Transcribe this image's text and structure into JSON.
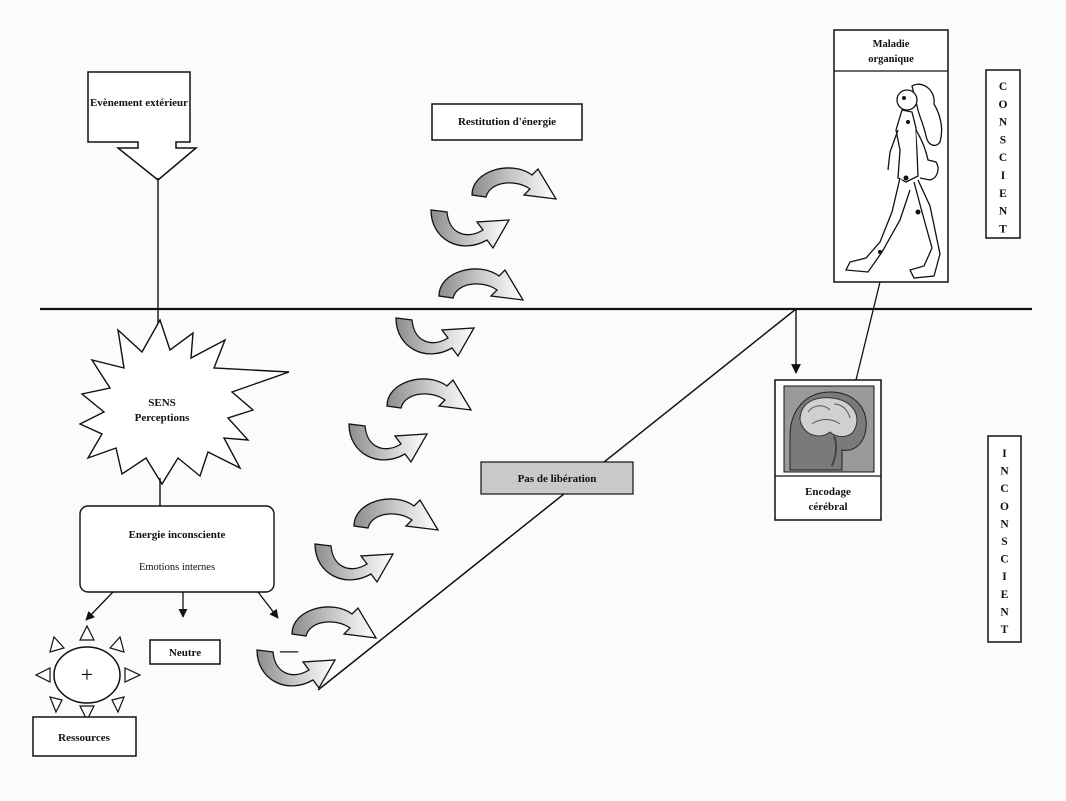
{
  "nodes": {
    "external_event": "Evènement extérieur",
    "energy_release": "Restitution d'énergie",
    "senses_line1": "SENS",
    "senses_line2": "Perceptions",
    "unconscious_energy": "Energie inconsciente",
    "internal_emotions": "Emotions internes",
    "neutral": "Neutre",
    "resources": "Ressources",
    "plus_sign": "+",
    "minus_sign": "—",
    "no_release": "Pas de libération",
    "organic_disease_line1": "Maladie",
    "organic_disease_line2": "organique",
    "brain_encoding_line1": "Encodage",
    "brain_encoding_line2": "cérébral"
  },
  "zones": {
    "conscious": [
      "C",
      "O",
      "N",
      "S",
      "C",
      "I",
      "E",
      "N",
      "T"
    ],
    "unconscious": [
      "I",
      "N",
      "C",
      "O",
      "N",
      "S",
      "C",
      "I",
      "E",
      "N",
      "T"
    ]
  },
  "colors": {
    "line": "#111111",
    "arrow_dark": "#8c8c8c",
    "arrow_light": "#ffffff",
    "no_release_fill": "#c9c9c9",
    "brain_bg": "#9a9a9a"
  }
}
